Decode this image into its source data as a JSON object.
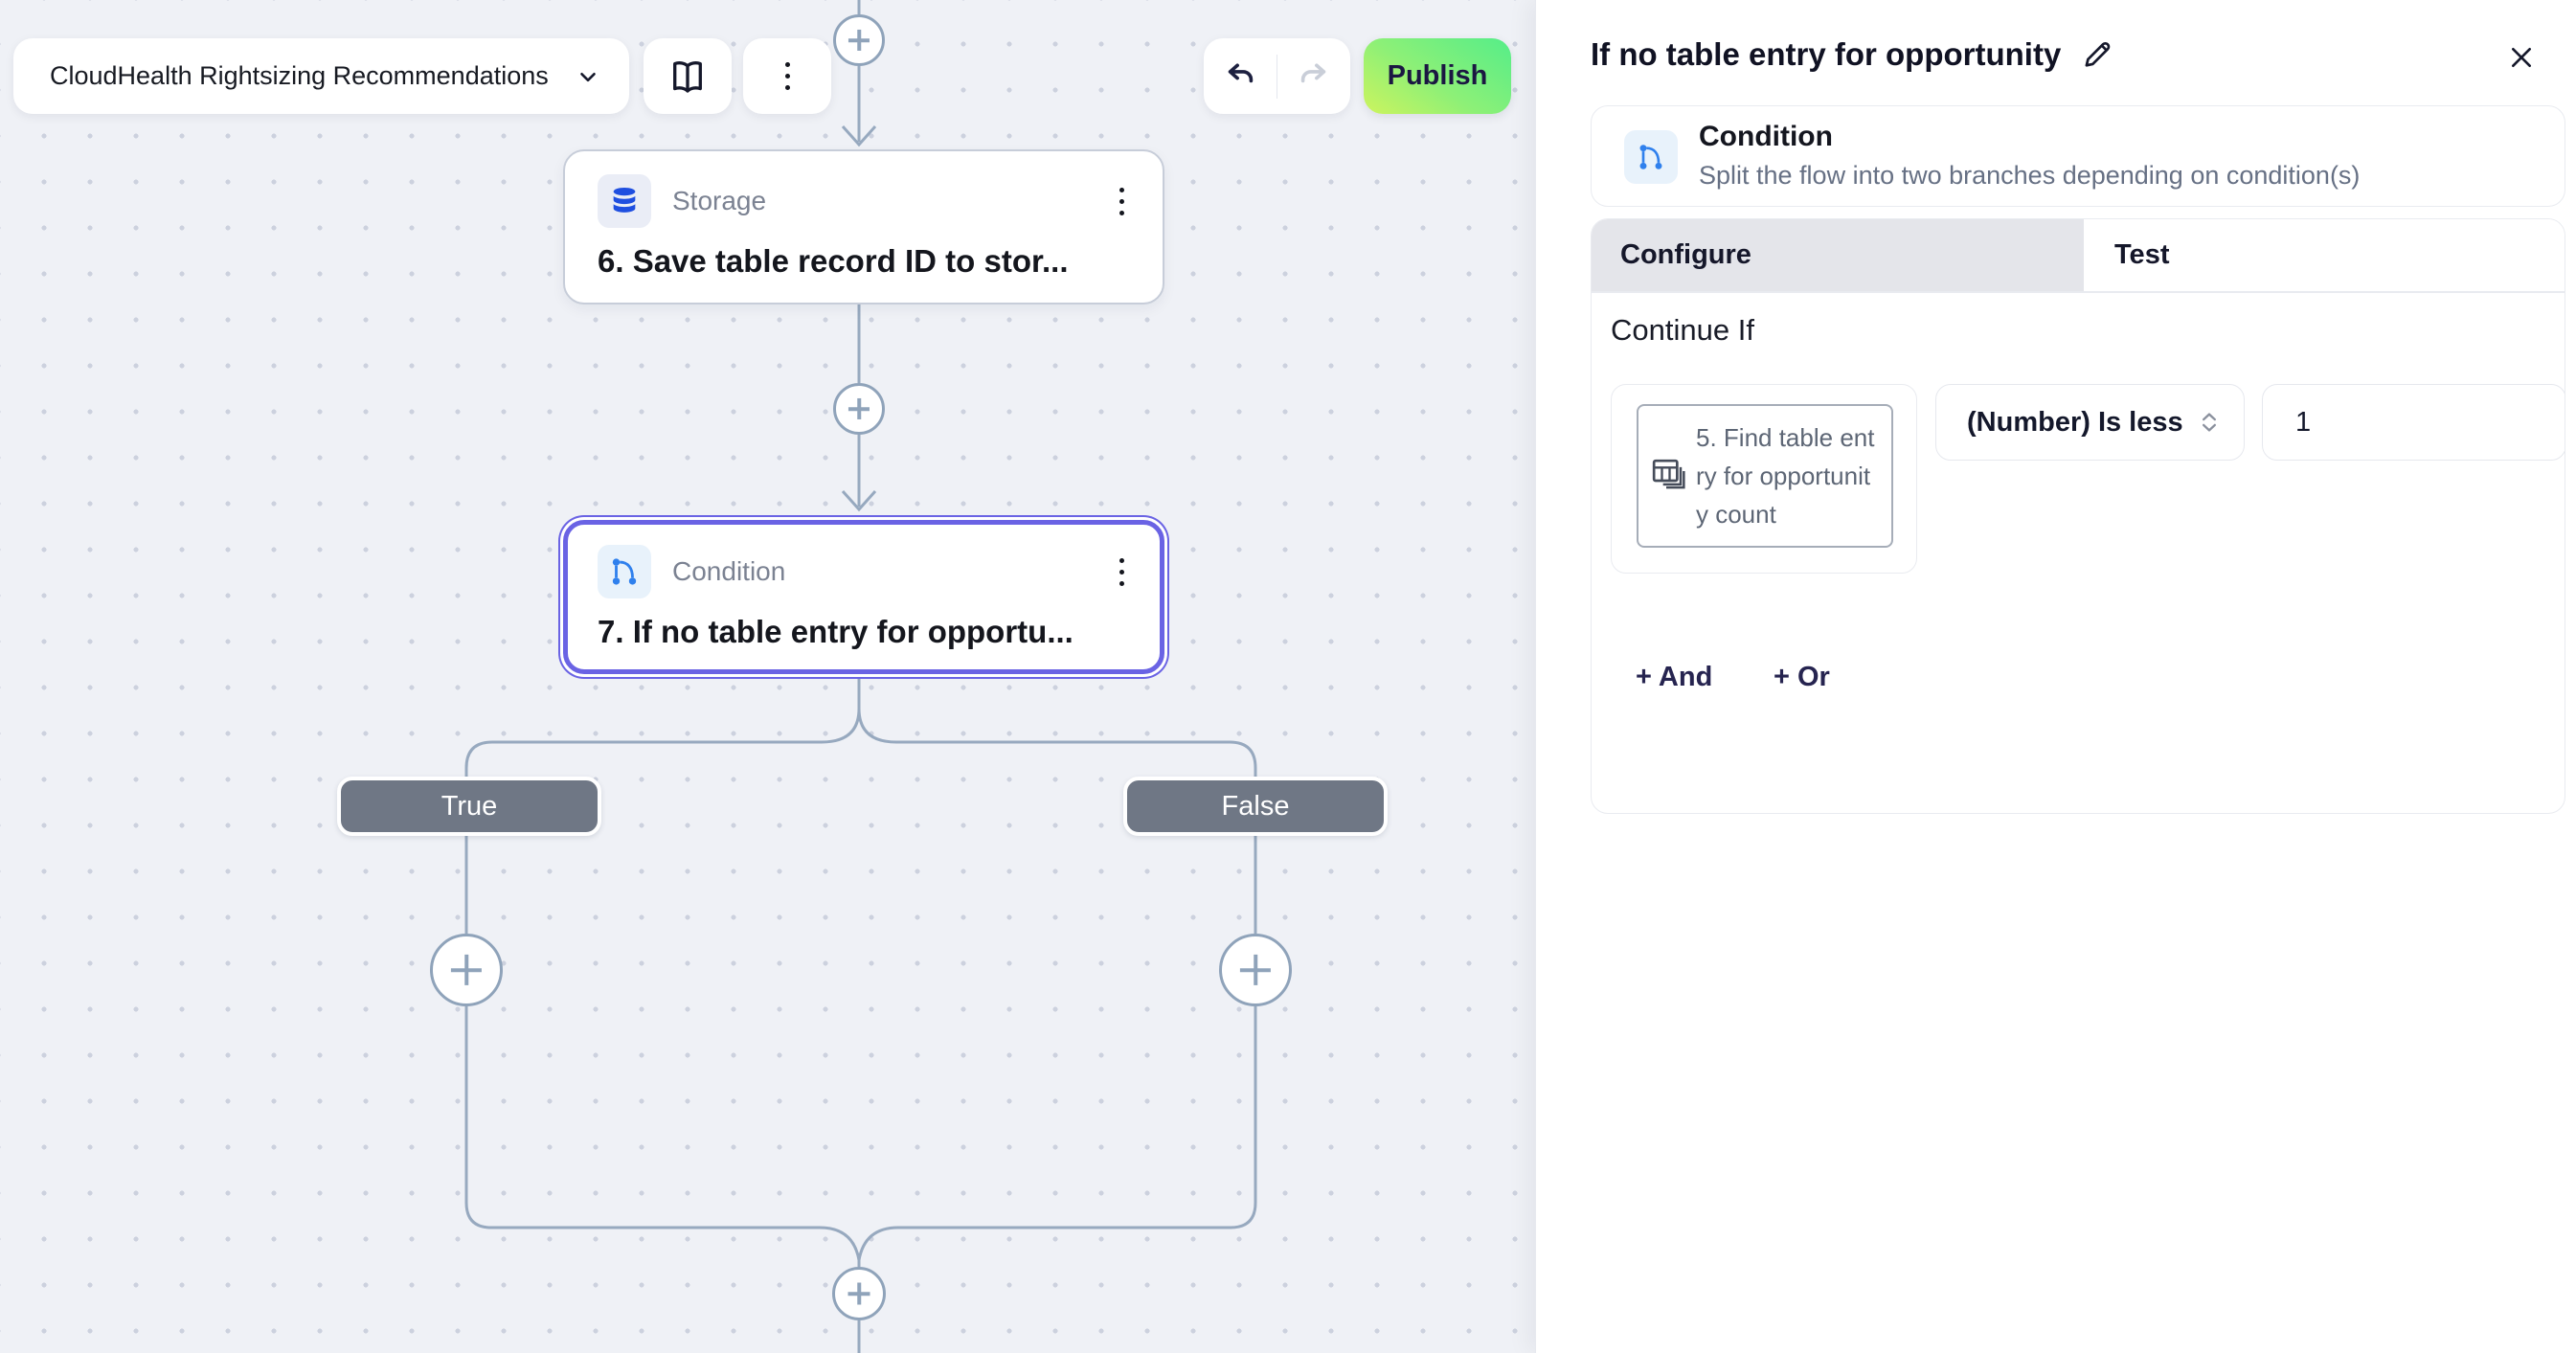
{
  "toolbar": {
    "flow_name": "CloudHealth Rightsizing Recommendations",
    "publish_label": "Publish"
  },
  "canvas": {
    "nodes": [
      {
        "type_label": "Storage",
        "title": "6. Save table record ID to stor..."
      },
      {
        "type_label": "Condition",
        "title": "7. If no table entry for opportu..."
      }
    ],
    "branch_labels": {
      "true": "True",
      "false": "False"
    }
  },
  "panel": {
    "title": "If no table entry for opportunity",
    "step": {
      "type_label": "Condition",
      "description": "Split the flow into two branches depending on condition(s)"
    },
    "tabs": [
      {
        "label": "Configure"
      },
      {
        "label": "Test"
      }
    ],
    "configure": {
      "section_label": "Continue If",
      "condition": {
        "left_operand": "5. Find table entry for opportunity count",
        "operator": "(Number) Is less",
        "value": "1"
      },
      "and_label": "+ And",
      "or_label": "+ Or"
    }
  },
  "colors": {
    "accent_selected": "#6a63e4",
    "publish_gradient_start": "#55ed89",
    "publish_gradient_end": "#cdf45e",
    "branch_pill": "#6f7785",
    "edge": "#97a9bf",
    "node_icon_blue": "#2f80ed",
    "storage_icon_blue": "#1f4fe0",
    "canvas_bg": "#eff1f6",
    "tab_active_bg": "#e4e5ea"
  }
}
